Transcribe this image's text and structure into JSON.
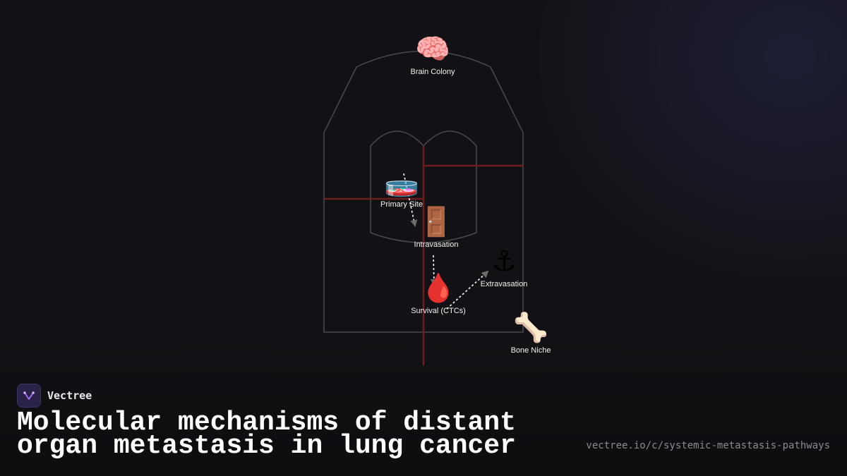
{
  "brand": {
    "name": "Vectree"
  },
  "title": "Molecular mechanisms of distant organ metastasis in lung cancer",
  "url": "vectree.io/c/systemic-metastasis-pathways",
  "colors": {
    "background": "#121216",
    "outline": "#4a4a4e",
    "vessel": "#6e1c1c",
    "arrow": "#ffffff"
  },
  "nodes": {
    "brain": {
      "label": "Brain Colony",
      "icon": "brain-icon",
      "emoji": "🧠"
    },
    "primary": {
      "label": "Primary Site",
      "icon": "petri-dish-icon",
      "emoji": "🧫"
    },
    "intravasation": {
      "label": "Intravasation",
      "icon": "door-icon",
      "emoji": "🚪"
    },
    "extravasation": {
      "label": "Extravasation",
      "icon": "anchor-icon",
      "emoji": "⚓"
    },
    "survival": {
      "label": "Survival (CTCs)",
      "icon": "blood-drop-icon",
      "emoji": "🩸"
    },
    "bone": {
      "label": "Bone Niche",
      "icon": "bone-icon",
      "emoji": "🦴"
    }
  }
}
